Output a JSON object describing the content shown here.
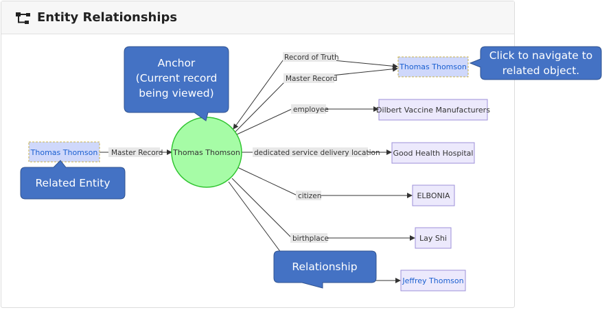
{
  "panel": {
    "title": "Entity Relationships",
    "icon": "hierarchy-icon"
  },
  "diagram": {
    "anchor": {
      "label": "Thomas Thomson"
    },
    "related_entity": {
      "label": "Thomas Thomson",
      "edge_label": "Master Record"
    },
    "targets": [
      {
        "label": "Thomas Thomson",
        "edge_labels": [
          "Record of Truth",
          "Master Record"
        ],
        "linked": true
      },
      {
        "label": "Dilbert Vaccine Manufacturers",
        "edge_label": "employee",
        "linked": false
      },
      {
        "label": "Good Health Hospital",
        "edge_label": "dedicated service delivery location",
        "linked": false
      },
      {
        "label": "ELBONIA",
        "edge_label": "citizen",
        "linked": false
      },
      {
        "label": "Lay Shi",
        "edge_label": "birthplace",
        "linked": false
      },
      {
        "label": "Jeffrey Thomson",
        "edge_label": "",
        "linked": true
      }
    ]
  },
  "callouts": {
    "anchor": [
      "Anchor",
      "(Current record",
      "being viewed)"
    ],
    "navigate": [
      "Click to navigate to",
      "related object."
    ],
    "related_entity": [
      "Related Entity"
    ],
    "relationship": [
      "Relationship"
    ]
  },
  "colors": {
    "anchor_fill": "#a6fca6",
    "anchor_stroke": "#31c531",
    "node_fill": "#ece9fc",
    "node_stroke": "#9c8fd8",
    "link_node_fill": "#cfd8fb",
    "link_text": "#1a5fd0",
    "callout_fill": "#4472c4",
    "callout_stroke": "#2f528f"
  }
}
